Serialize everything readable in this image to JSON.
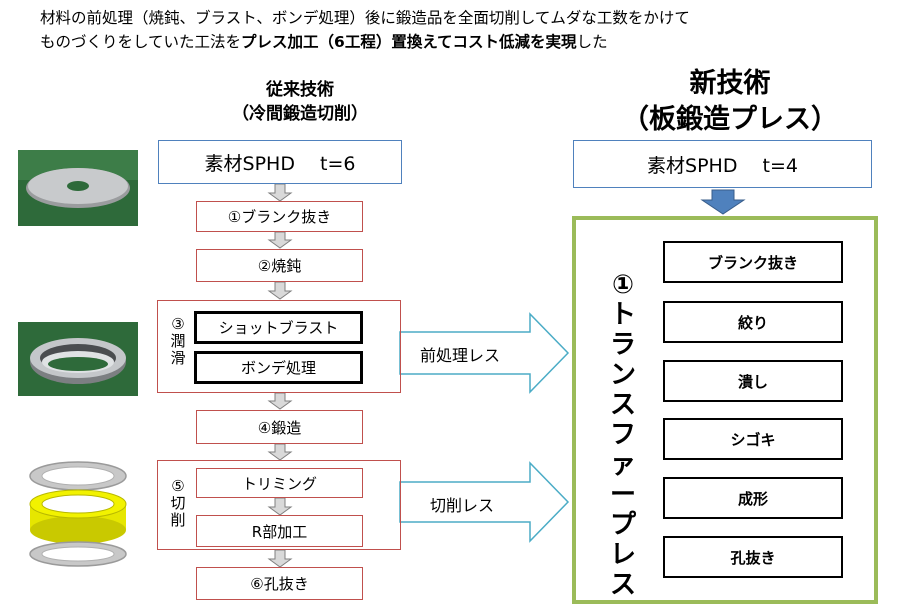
{
  "intro": {
    "line1": "材料の前処理（焼鈍、ブラスト、ボンデ処理）後に鍛造品を全面切削してムダな工数をかけて",
    "line2_a": "ものづくりをしていた工法を",
    "line2_b": "プレス加工（6工程）置換えてコスト低減を実現",
    "line2_c": "した"
  },
  "old": {
    "heading1": "従来技術",
    "heading2": "（冷間鍛造切削）",
    "material": "素材SPHD　 t=6",
    "step1": "①ブランク抜き",
    "step2": "②焼鈍",
    "group3_label": [
      "③",
      "潤",
      "滑"
    ],
    "step3a": "ショットブラスト",
    "step3b": "ボンデ処理",
    "step4": "④鍛造",
    "group5_label": [
      "⑤",
      "切",
      "削"
    ],
    "step5a": "トリミング",
    "step5b": "R部加工",
    "step6": "⑥孔抜き"
  },
  "new": {
    "heading1": "新技術",
    "heading2": "（板鍛造プレス）",
    "material": "素材SPHD　 t=4",
    "transfer_label": [
      "①",
      "ト",
      "ラ",
      "ン",
      "ス",
      "フ",
      "ァ",
      "ー",
      "プ",
      "レ",
      "ス"
    ],
    "steps": [
      "ブランク抜き",
      "絞り",
      "潰し",
      "シゴキ",
      "成形",
      "孔抜き"
    ]
  },
  "arrows": {
    "pretreat": "前処理レス",
    "cutting": "切削レス"
  },
  "colors": {
    "old_border": "#c0504d",
    "new_border": "#4f81bd",
    "frame": "#9bbb59",
    "arrow_blue": "#4f81bd",
    "arrow_outline": "#4bacc6"
  }
}
